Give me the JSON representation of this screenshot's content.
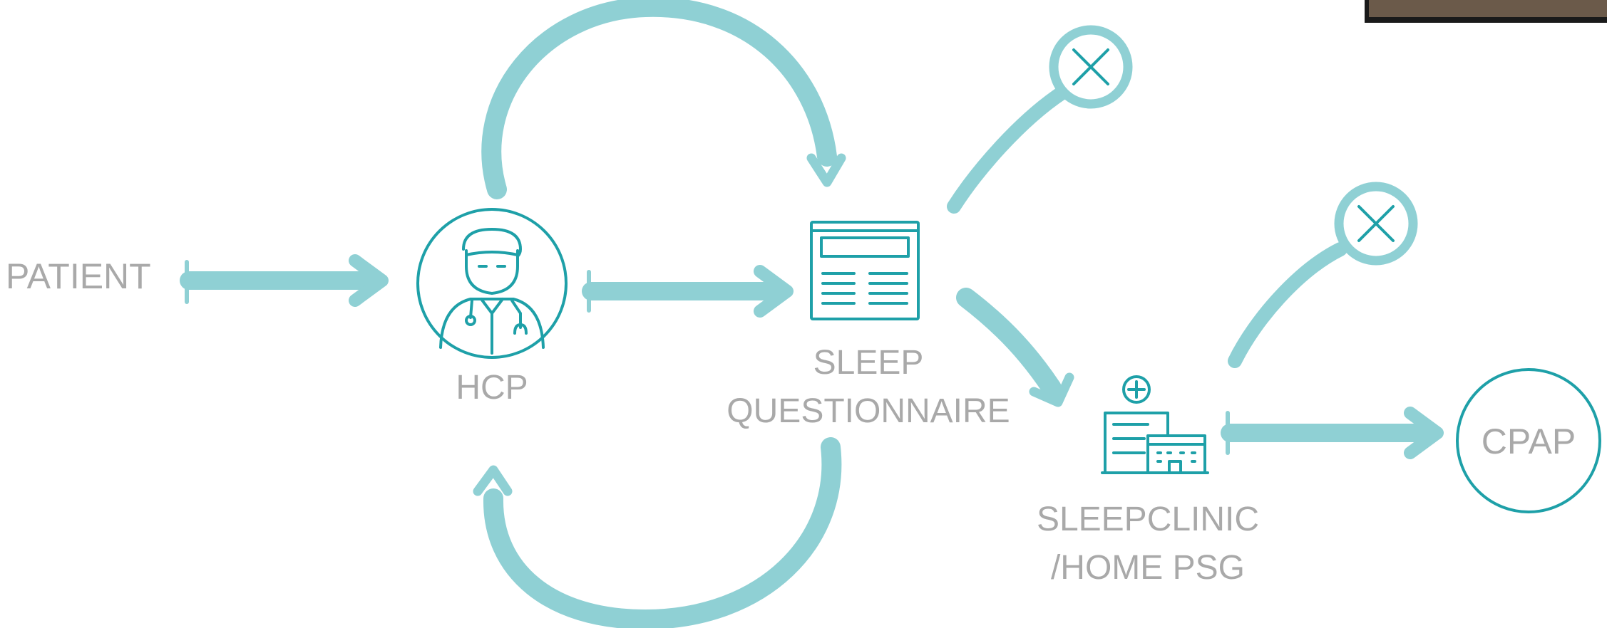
{
  "diagram": {
    "colors": {
      "flow": "#8fd0d4",
      "icon": "#1ea0a8",
      "label": "#a9a9a9",
      "webcam_inset": "#6b5a4a"
    },
    "nodes": {
      "patient": {
        "label": "PATIENT"
      },
      "hcp": {
        "label": "HCP",
        "icon": "doctor-icon"
      },
      "questionnaire": {
        "label_line1": "SLEEP",
        "label_line2": "QUESTIONNAIRE",
        "icon": "questionnaire-icon"
      },
      "sleepclinic": {
        "label_line1": "SLEEPCLINIC",
        "label_line2": "/HOME PSG",
        "icon": "clinic-icon"
      },
      "cpap": {
        "label": "CPAP"
      }
    },
    "reject_icon": "close-icon"
  }
}
